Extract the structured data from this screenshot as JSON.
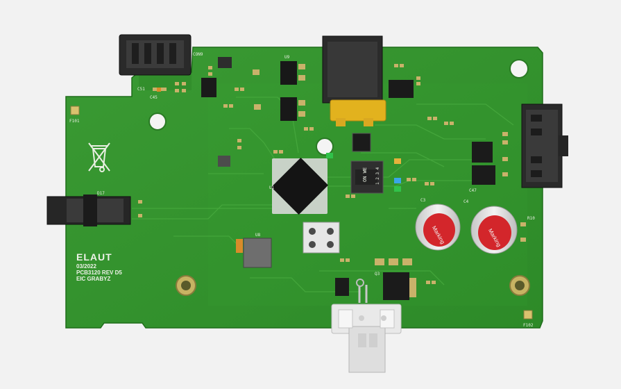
{
  "board": {
    "colors": {
      "background": "#f2f2f2",
      "board": "#2f8f2a",
      "board_dark": "#267a22",
      "silk": "#e9efe2",
      "pad": "#c9b26a",
      "chip": "#151515",
      "cap_red": "#d3262b"
    },
    "brand": "ELAUT",
    "date": "03/2022",
    "rev": "PCB3120 REV D5",
    "author": "EIC GRABYZ",
    "cap_marking": "Marking",
    "dip_label": "ON WE",
    "dip_numbers": "1 2 3 4",
    "refdes": {
      "conn_top": "CON9",
      "f101": "F101",
      "f102": "F102",
      "d17": "D17",
      "u9": "U9",
      "u1": "U1",
      "c3": "C3",
      "c4": "C4",
      "q3": "Q3",
      "r10": "R10",
      "c45": "C45",
      "c51": "C51",
      "u8": "U8",
      "c47": "C47"
    }
  }
}
